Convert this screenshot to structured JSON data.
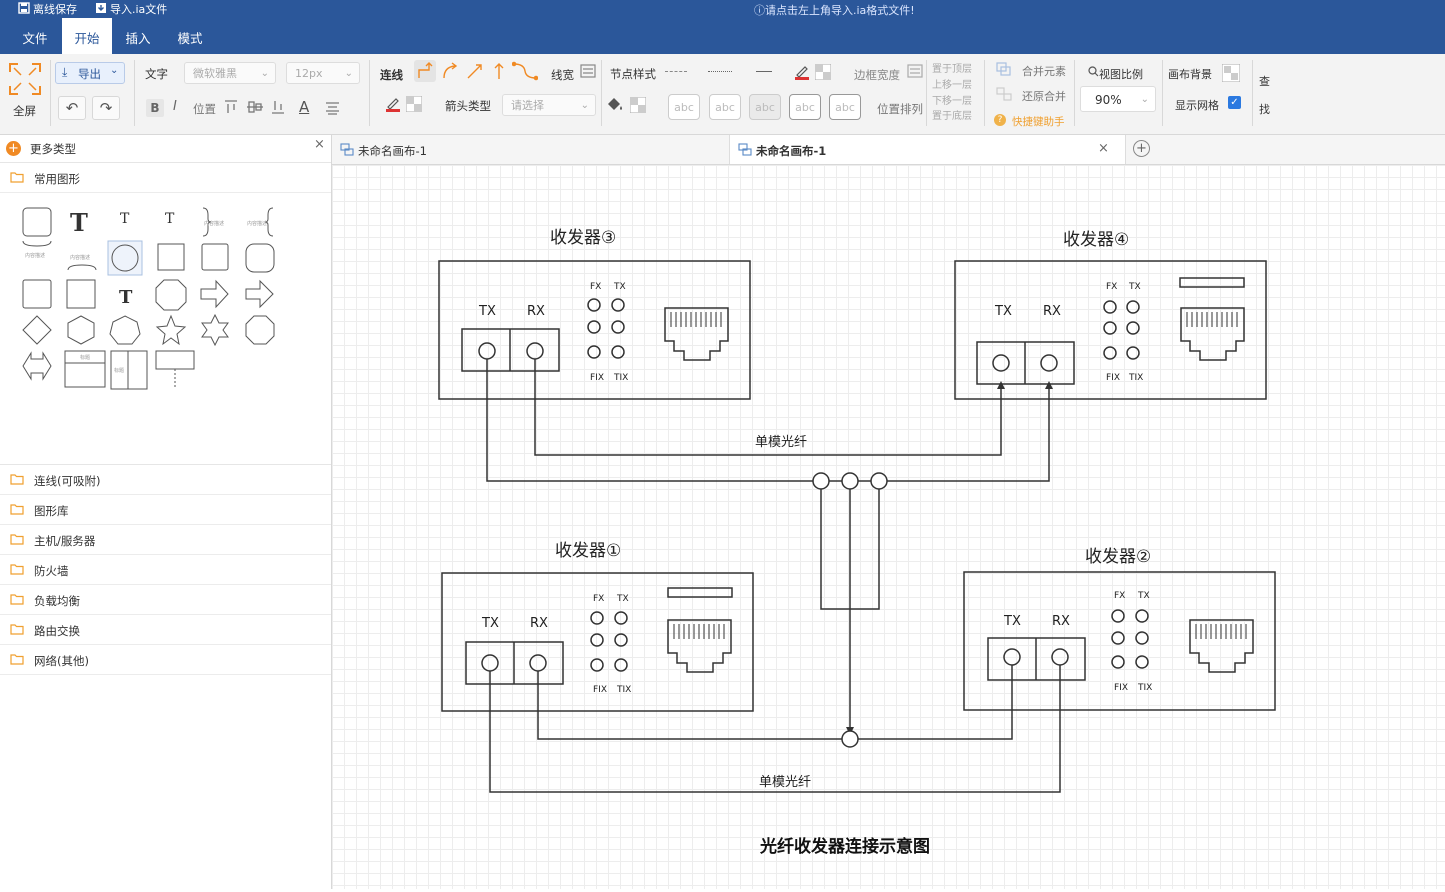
{
  "topbar": {
    "save_offline": "离线保存",
    "import_file": "导入.ia文件",
    "notice": "请点击左上角导入.ia格式文件!"
  },
  "menu": [
    "文件",
    "开始",
    "插入",
    "模式"
  ],
  "ribbon": {
    "fullscreen": "全屏",
    "export": "导出",
    "text_label": "文字",
    "font_family": "微软雅黑",
    "font_size": "12px",
    "bold": "B",
    "italic": "I",
    "position": "位置",
    "font_color_glyph": "A",
    "line_label": "连线",
    "line_width": "线宽",
    "arrow_type": "箭头类型",
    "arrow_placeholder": "请选择",
    "node_style": "节点样式",
    "border_width": "边框宽度",
    "position_arrange": "位置排列",
    "abc_samples": [
      "abc",
      "abc",
      "abc",
      "abc",
      "abc"
    ],
    "bring_front": "置于顶层",
    "move_up": "上移一层",
    "move_down": "下移一层",
    "send_back": "置于底层",
    "merge": "合并元素",
    "unmerge": "还原合并",
    "shortcut": "快捷键助手",
    "view_ratio": "视图比例",
    "zoom": "90%",
    "canvas_bg": "画布背景",
    "show_grid": "显示网格",
    "find": [
      "查",
      "找"
    ]
  },
  "sidebar": {
    "more_types": "更多类型",
    "common_shapes": "常用图形",
    "shape_caption": "内容描述",
    "shape_caption2": "标题",
    "categories": [
      "连线(可吸附)",
      "图形库",
      "主机/服务器",
      "防火墙",
      "负载均衡",
      "路由交换",
      "网络(其他)"
    ]
  },
  "tabs": [
    "未命名画布-1",
    "未命名画布-1"
  ],
  "diagram": {
    "title": "光纤收发器连接示意图",
    "fiber_label": "单模光纤",
    "devices": [
      {
        "name": "收发器③"
      },
      {
        "name": "收发器④"
      },
      {
        "name": "收发器①"
      },
      {
        "name": "收发器②"
      }
    ],
    "port_tx": "TX",
    "port_rx": "RX",
    "led_fx": "FX",
    "led_tx": "TX",
    "led_fix": "FIX",
    "led_tix": "TIX"
  },
  "colors": {
    "brand": "#2b579a",
    "accent_orange": "#f08a24",
    "diagram_line": "#333333"
  }
}
